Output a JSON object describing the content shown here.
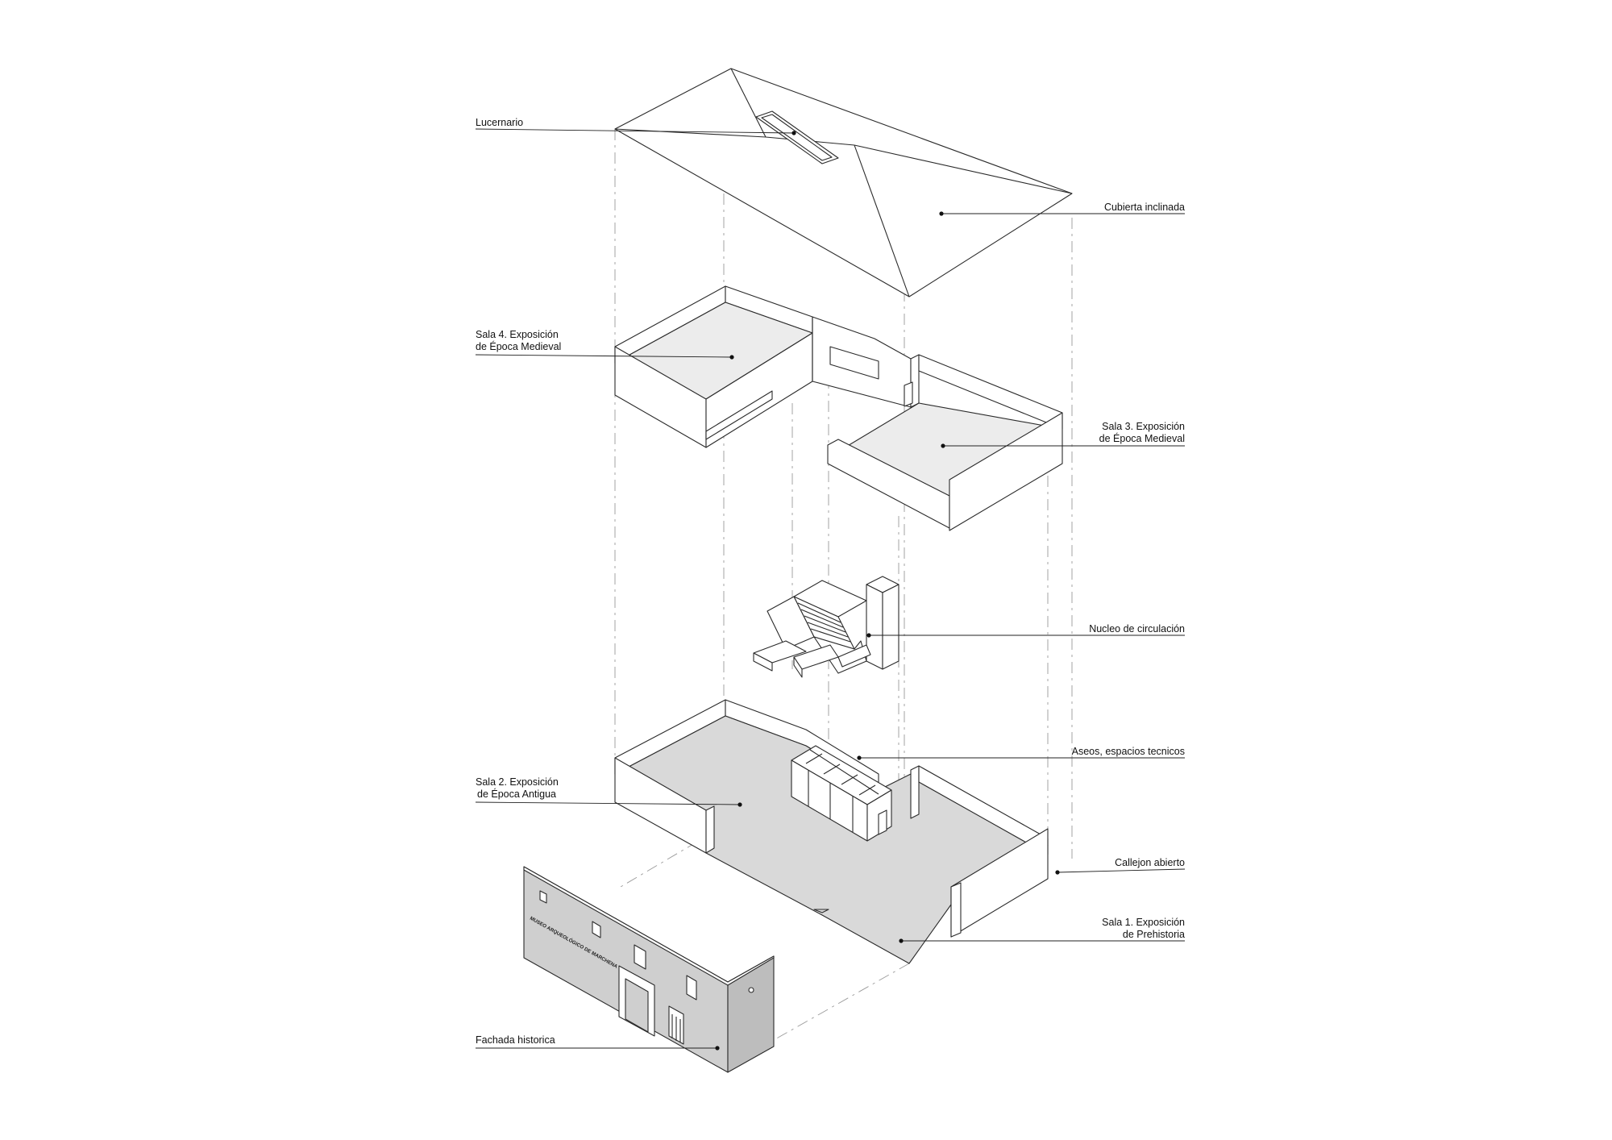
{
  "labels": {
    "lucernario": "Lucernario",
    "cubierta": "Cubierta inclinada",
    "sala4_l1": "Sala 4. Exposición",
    "sala4_l2": "de Época Medieval",
    "sala3_l1": "Sala 3. Exposición",
    "sala3_l2": "de Época Medieval",
    "nucleo": "Nucleo de circulación",
    "aseos": "Aseos, espacios tecnicos",
    "sala2_l1": "Sala 2. Exposición",
    "sala2_l2": "de Época Antigua",
    "callejon": "Callejon abierto",
    "sala1_l1": "Sala 1. Exposición",
    "sala1_l2": "de Prehistoria",
    "fachada": "Fachada historica"
  },
  "facade_sign": "MUSEO ARQUEOLÓGICO DE MARCHENA",
  "colors": {
    "stroke": "#2a2a2a",
    "floor_upper": "#ececec",
    "floor_ground": "#d9d9d9",
    "facade": "#cfcfcf",
    "guide": "#9a9a9a"
  }
}
